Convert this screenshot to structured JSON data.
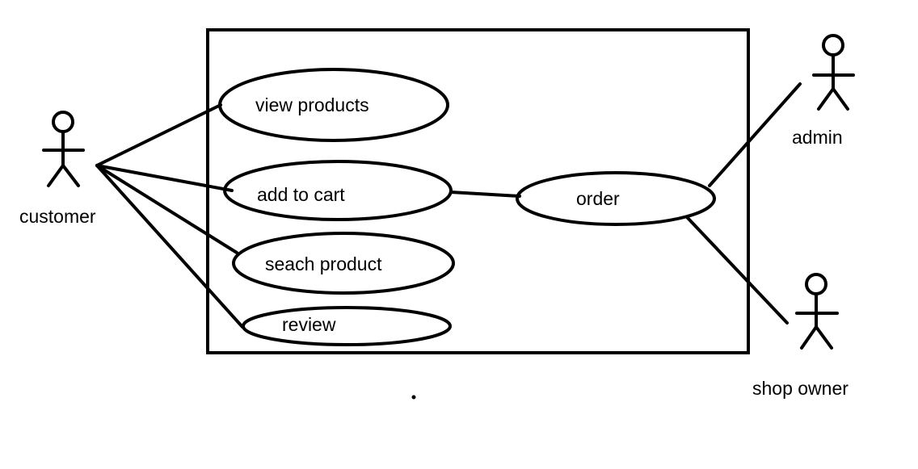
{
  "diagram": {
    "actors": {
      "customer": "customer",
      "admin": "admin",
      "shop_owner": "shop owner"
    },
    "use_cases": {
      "view_products": "view products",
      "add_to_cart": "add to cart",
      "search_product": "seach product",
      "review": "review",
      "order": "order"
    },
    "colors": {
      "stroke": "#000000",
      "background": "#ffffff"
    }
  }
}
